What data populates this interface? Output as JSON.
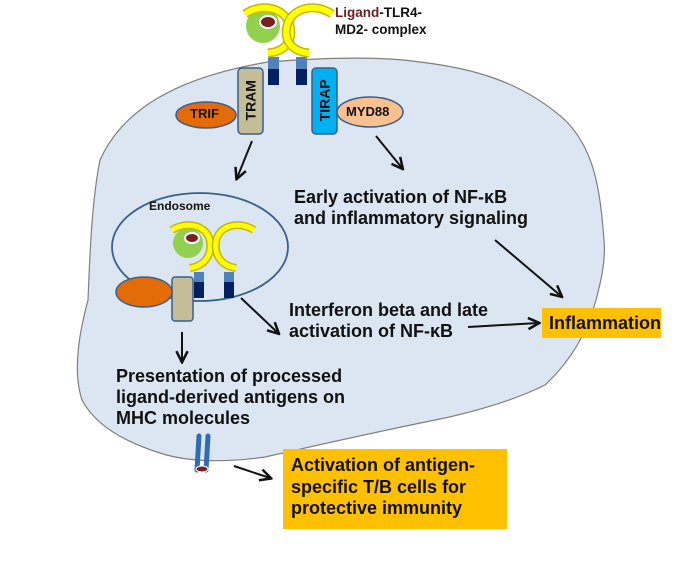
{
  "title": {
    "ligand": "Ligand",
    "rest_line1": "-TLR4-",
    "line2": "MD2- complex"
  },
  "colors": {
    "cell_fill": "#dce6f2",
    "cell_outline": "#7f7f7f",
    "receptor_yellow": "#ffff00",
    "receptor_yellow_stroke": "#c8b400",
    "ligand_green": "#92d050",
    "ligand_core": "#7a1f1f",
    "tm_light_blue": "#4f81bd",
    "tm_dark_blue": "#002060",
    "tram_fill": "#c4bd97",
    "trif_fill": "#e36c09",
    "tirap_fill": "#00b0f0",
    "myd88_fill": "#fac090",
    "highlight_box": "#ffc000",
    "endosome_outline": "#3a5f8a"
  },
  "adaptors": {
    "trif": "TRIF",
    "tram": "TRAM",
    "tirap": "TIRAP",
    "myd88": "MYD88"
  },
  "endosome": {
    "label": "Endosome"
  },
  "outcomes": {
    "early_nfkb": [
      "Early activation of NF-κB",
      "and inflammatory signaling"
    ],
    "interferon": [
      "Interferon beta and late",
      "activation of NF-κB"
    ],
    "presentation": [
      "Presentation of processed",
      "ligand-derived antigens on",
      "MHC molecules"
    ],
    "inflammation": "Inflammation",
    "tb_activation": [
      "Activation of antigen-",
      "specific T/B cells for",
      "protective immunity"
    ]
  }
}
